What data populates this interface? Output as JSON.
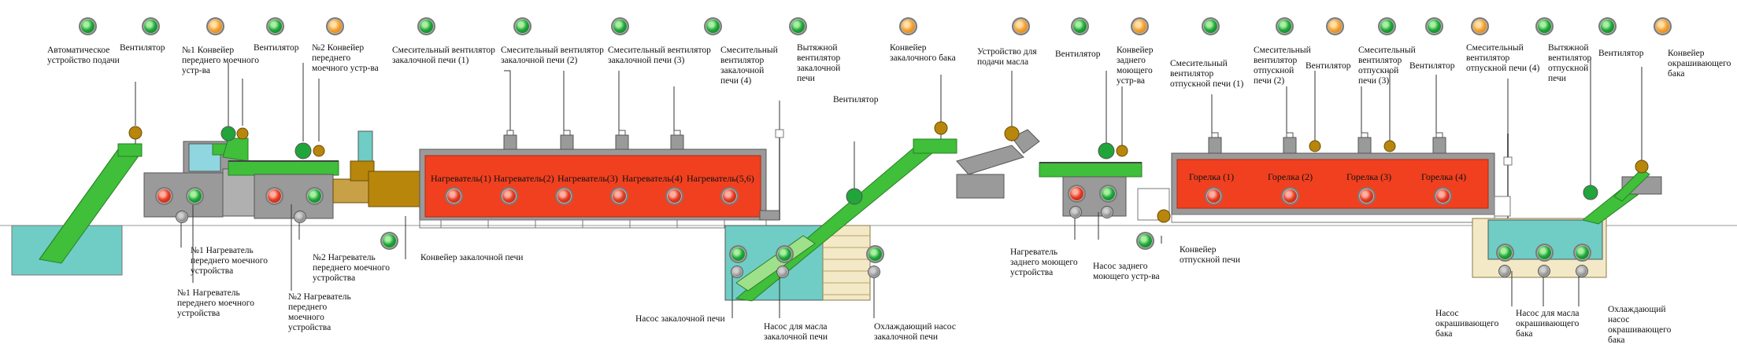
{
  "labels": {
    "auto_feeder": "Автоматическое\nустройство подачи",
    "fan_1": "Вентилятор",
    "conveyor_pre_wash_1": "№1 Конвейер\nпереднего моечного\nустр-ва",
    "fan_2": "Вентилятор",
    "conveyor_pre_wash_2": "№2 Конвейер\nпереднего\nмоечного устр-ва",
    "quench_mix_fan_1": "Смесительный вентилятор\nзакалочной печи (1)",
    "quench_mix_fan_2": "Смесительный вентилятор\nзакалочной печи (2)",
    "quench_mix_fan_3": "Смесительный вентилятор\nзакалочной печи (3)",
    "quench_mix_fan_4": "Смесительный\nвентилятор\nзакалочной\nпечи (4)",
    "quench_exhaust_fan": "Вытяжной\nвентилятор\nзакалочной\nпечи",
    "quench_tank_conveyor": "Конвейер\nзакалочного бака",
    "fan_3": "Вентилятор",
    "oil_feeder": "Устройство для\nподачи масла",
    "fan_4": "Вентилятор",
    "conveyor_rear_wash": "Конвейер\nзаднего\nмоющего\nустр-ва",
    "temper_mix_fan_1": "Смесительный\nвентилятор\nотпускной печи (1)",
    "temper_mix_fan_2": "Смесительный\nвентилятор\nотпускной\nпечи (2)",
    "fan_5": "Вентилятор",
    "temper_mix_fan_3": "Смесительный\nвентилятор\nотпускной\nпечи (3)",
    "fan_6": "Вентилятор",
    "temper_mix_fan_4": "Смесительный\nвентилятор\nотпускной печи (4)",
    "temper_exhaust_fan": "Вытяжной\nвентилятор\nотпускной\nпечи",
    "fan_7": "Вентилятор",
    "paint_tank_conveyor": "Конвейер\nокрашивающего\nбака",
    "heater_pre_wash_1a": "№1 Нагреватель\nпереднего моечного\nустройства",
    "heater_pre_wash_1b": "№1 Нагреватель\nпереднего моечного\nустройства",
    "heater_pre_wash_2a": "№2 Нагреватель\nпереднего моечного\nустройства",
    "heater_pre_wash_2b": "№2 Нагреватель\nпереднего\nмоечного\nустройства",
    "quench_furnace_conveyor": "Конвейер закалочной печи",
    "quench_pump": "Насос закалочной печи",
    "quench_oil_pump": "Насос для масла\nзакалочной печи",
    "quench_cooling_pump": "Охлаждающий насос\nзакалочной печи",
    "heater_rear_wash": "Нагреватель\nзаднего моющего\nустройства",
    "pump_rear_wash": "Насос заднего\nмоющего устр-ва",
    "temper_furnace_conveyor": "Конвейер\nотпускной печи",
    "paint_tank_pump": "Насос\nокрашивающего\nбака",
    "paint_oil_pump": "Насос для масла\nокрашивающего\nбака",
    "paint_cooling_pump": "Охлаждающий\nнасос\nокрашивающего\nбака"
  },
  "heaters": [
    "Нагреватель(1)",
    "Нагреватель(2)",
    "Нагреватель(3)",
    "Нагреватель(4)",
    "Нагреватель(5,6)"
  ],
  "burners": [
    "Горелка (1)",
    "Горелка (2)",
    "Горелка (3)",
    "Горелка (4)"
  ],
  "colors": {
    "green": "#3fbf3a",
    "furnace": "#f0401f",
    "furnace_frame": "#8c8c8c",
    "tank_water": "#6fcdc6",
    "machine_grey": "#9a9a9a",
    "bronze": "#b8860b",
    "lamp_green": "#1fa53a",
    "lamp_orange": "#f5a131",
    "lamp_red": "#e53b24"
  },
  "top_lamps": [
    "green",
    "green",
    "orange",
    "green",
    "orange",
    "green",
    "green",
    "green",
    "green",
    "green",
    "orange",
    "orange",
    "green",
    "orange",
    "green",
    "green",
    "orange",
    "green",
    "green",
    "orange",
    "green",
    "green",
    "orange"
  ]
}
